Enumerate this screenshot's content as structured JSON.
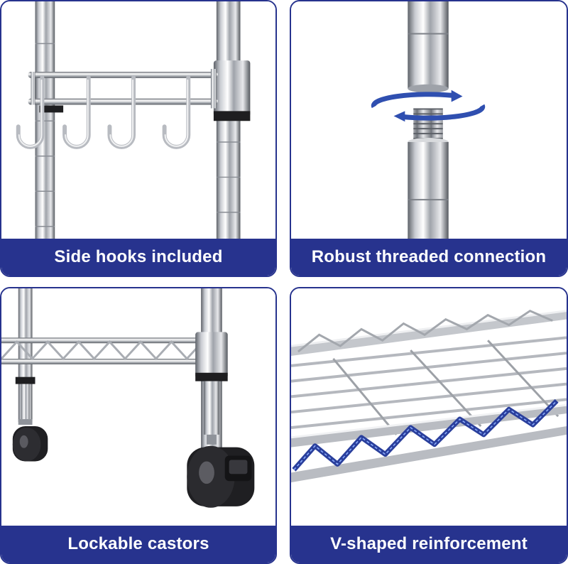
{
  "panels": [
    {
      "caption": "Side hooks included"
    },
    {
      "caption": "Robust threaded connection"
    },
    {
      "caption": "Lockable castors"
    },
    {
      "caption": "V-shaped reinforcement"
    }
  ],
  "colors": {
    "border": "#27338e",
    "caption_background": "#27338e",
    "caption_text": "#ffffff",
    "chrome_light": "#f2f2f4",
    "chrome_dark": "#6f737a",
    "rotation_arrow": "#2f4fb0",
    "reinforcement_wire": "#2a3f9c"
  },
  "icons": [
    "rotation-arrows-icon"
  ]
}
